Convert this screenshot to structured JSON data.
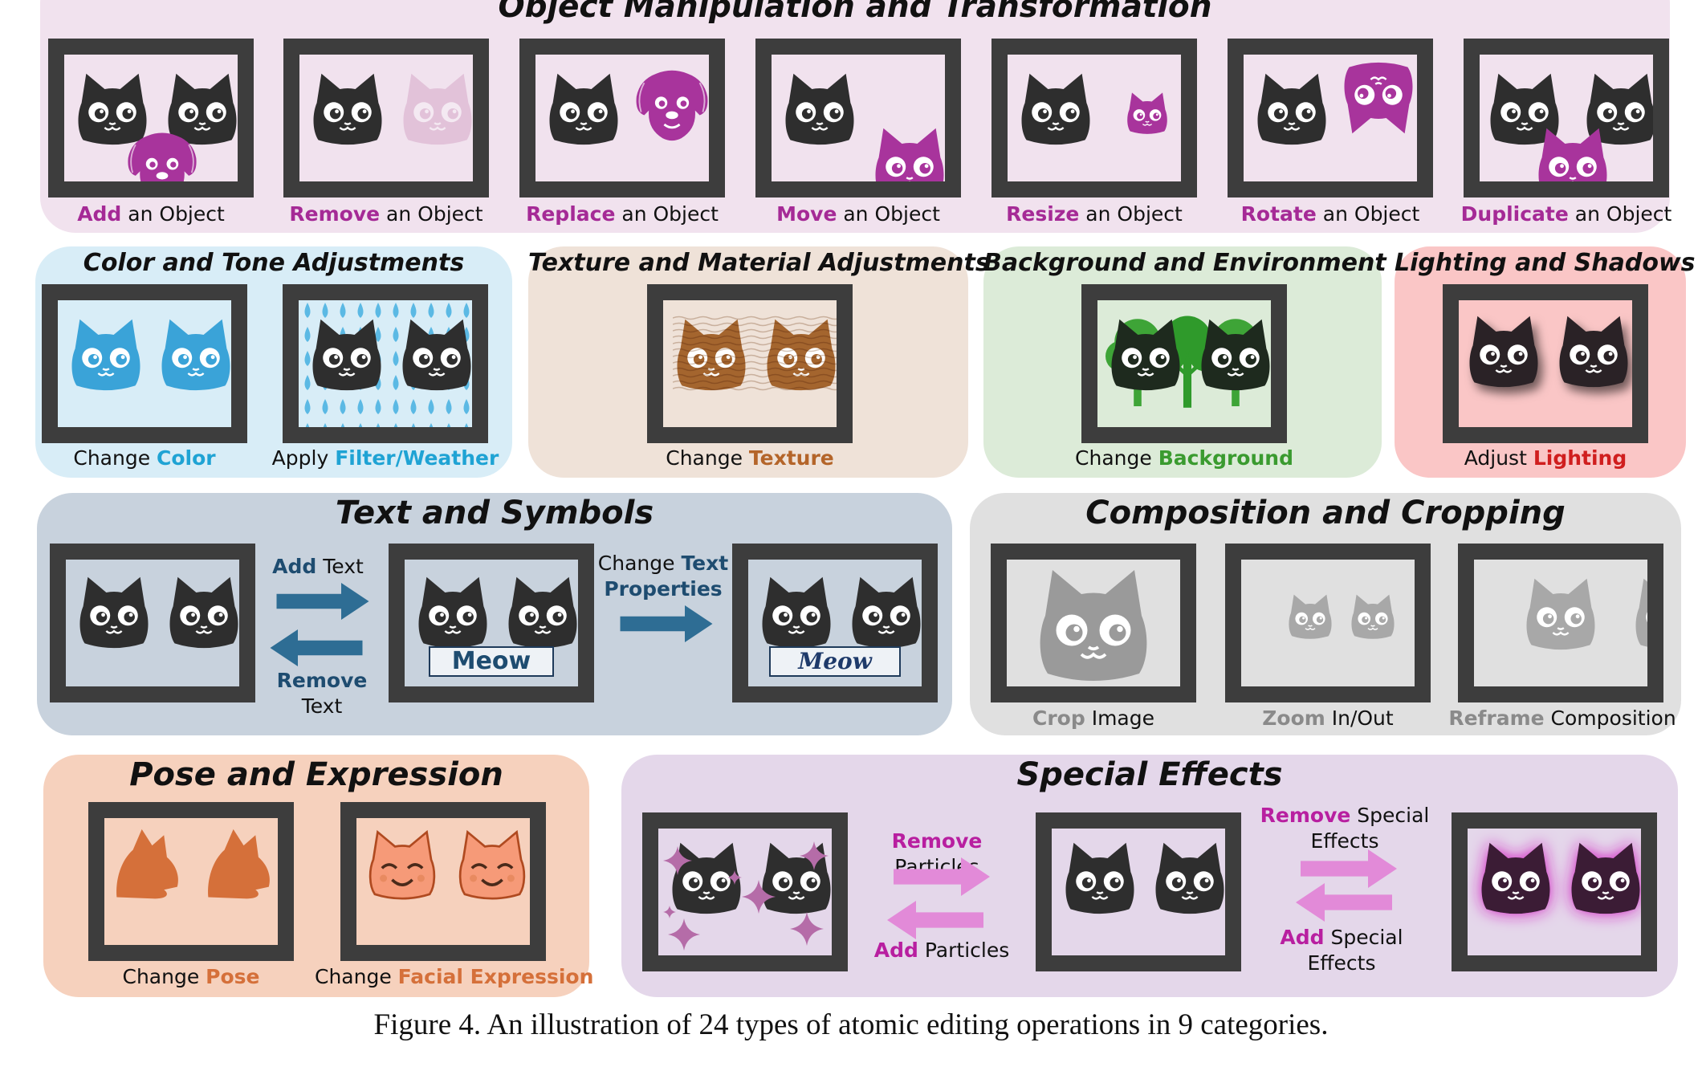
{
  "colors": {
    "dark_cat": "#2e2e2e",
    "purple": "#a8349c",
    "purple_text": "#a52a96",
    "blue": "#1fa3d4",
    "brown": "#b4652a",
    "green": "#3a9b2f",
    "red": "#d01e1e",
    "navy": "#1e4c70",
    "orange": "#d5703a",
    "magenta": "#b81fa0"
  },
  "panels": {
    "object_manipulation": {
      "title": "Object Manipulation and Transformation",
      "ops": [
        {
          "verb": "Add",
          "rest": " an Object"
        },
        {
          "verb": "Remove",
          "rest": " an Object"
        },
        {
          "verb": "Replace",
          "rest": " an Object"
        },
        {
          "verb": "Move",
          "rest": " an Object"
        },
        {
          "verb": "Resize",
          "rest": " an Object"
        },
        {
          "verb": "Rotate",
          "rest": " an Object"
        },
        {
          "verb": "Duplicate",
          "rest": " an Object"
        }
      ]
    },
    "color_tone": {
      "title": "Color and Tone Adjustments",
      "ops": [
        {
          "pre": "Change ",
          "verb": "Color"
        },
        {
          "pre": "Apply ",
          "verb": "Filter/Weather"
        }
      ]
    },
    "texture": {
      "title": "Texture and Material Adjustments",
      "ops": [
        {
          "pre": "Change ",
          "verb": "Texture"
        }
      ]
    },
    "background": {
      "title": "Background and Environment",
      "ops": [
        {
          "pre": "Change ",
          "verb": "Background"
        }
      ]
    },
    "lighting": {
      "title": "Lighting and Shadows",
      "ops": [
        {
          "pre": "Adjust ",
          "verb": "Lighting"
        }
      ]
    },
    "text_symbols": {
      "title": "Text and Symbols",
      "add_verb": "Add",
      "add_rest": " Text",
      "remove_verb": "Remove",
      "remove_rest": " Text",
      "change_pre": "Change ",
      "change_verb1": "Text",
      "change_verb2": "Properties",
      "sign_plain": "Meow",
      "sign_script": "Meow"
    },
    "composition": {
      "title": "Composition and Cropping",
      "ops": [
        {
          "verb": "Crop",
          "rest": " Image"
        },
        {
          "verb": "Zoom",
          "rest": " In/Out"
        },
        {
          "verb": "Reframe",
          "rest": " Composition"
        }
      ]
    },
    "pose": {
      "title": "Pose and Expression",
      "ops": [
        {
          "pre": "Change ",
          "verb": "Pose"
        },
        {
          "pre": "Change ",
          "verb": "Facial Expression"
        }
      ]
    },
    "special_effects": {
      "title": "Special Effects",
      "remove_particles_verb": "Remove",
      "remove_particles_rest": " Particles",
      "add_particles_verb": "Add",
      "add_particles_rest": " Particles",
      "remove_effects_verb": "Remove",
      "remove_effects_rest1": " Special",
      "remove_effects_rest2": "Effects",
      "add_effects_verb": "Add",
      "add_effects_rest1": " Special",
      "add_effects_rest2": "Effects"
    }
  },
  "caption": "Figure 4. An illustration of 24 types of atomic editing operations in 9 categories."
}
